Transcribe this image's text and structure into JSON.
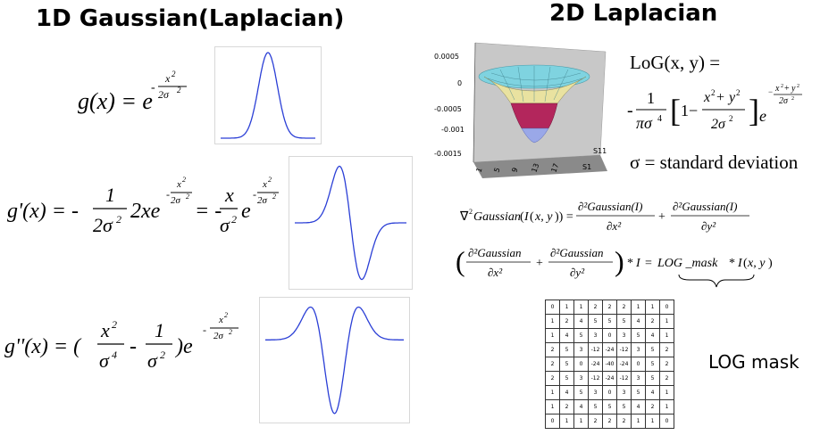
{
  "headings": {
    "left": "1D Gaussian(Laplacian)",
    "right": "2D Laplacian"
  },
  "formulas": {
    "g": "g(x) = e^(−x²/2σ²)",
    "g1": "g'(x) = −(1/2σ²)·2x·e^(−x²/2σ²) = −(x/σ²)·e^(−x²/2σ²)",
    "g2": "g''(x) = (x²/σ⁴ − 1/σ²)·e^(−x²/2σ²)",
    "log_line1": "LoG(x, y) =",
    "log_line2": "−(1/πσ⁴)[1 − (x²+y²)/2σ²] e^(−(x²+y²)/2σ²)",
    "sigma_def": "σ = standard deviation",
    "laplacian_gauss": "∇²Gaussian(I(x,y)) = ∂²Gaussian(I)/∂x² + ∂²Gaussian(I)/∂y²",
    "log_mask_eq": "(∂²Gaussian/∂x² + ∂²Gaussian/∂y²) * I = LOG_mask * I(x,y)"
  },
  "surface_plot": {
    "y_ticks": [
      "0.0005",
      "0",
      "-0.0005",
      "-0.001",
      "-0.0015"
    ],
    "x_ticks": [
      "1",
      "5",
      "9",
      "13",
      "17"
    ],
    "side_ticks": [
      "S11",
      "S1"
    ]
  },
  "log_mask": {
    "label": "LOG mask",
    "rows": [
      [
        "0",
        "1",
        "1",
        "2",
        "2",
        "2",
        "1",
        "1",
        "0"
      ],
      [
        "1",
        "2",
        "4",
        "5",
        "5",
        "5",
        "4",
        "2",
        "1"
      ],
      [
        "1",
        "4",
        "5",
        "3",
        "0",
        "3",
        "5",
        "4",
        "1"
      ],
      [
        "2",
        "5",
        "3",
        "-12",
        "-24",
        "-12",
        "3",
        "5",
        "2"
      ],
      [
        "2",
        "5",
        "0",
        "-24",
        "-40",
        "-24",
        "0",
        "5",
        "2"
      ],
      [
        "2",
        "5",
        "3",
        "-12",
        "-24",
        "-12",
        "3",
        "5",
        "2"
      ],
      [
        "1",
        "4",
        "5",
        "3",
        "0",
        "3",
        "5",
        "4",
        "1"
      ],
      [
        "1",
        "2",
        "4",
        "5",
        "5",
        "5",
        "4",
        "2",
        "1"
      ],
      [
        "0",
        "1",
        "1",
        "2",
        "2",
        "2",
        "1",
        "1",
        "0"
      ]
    ]
  },
  "colors": {
    "curve": "#2b3fd6",
    "plot_border": "#d8d8d8"
  }
}
